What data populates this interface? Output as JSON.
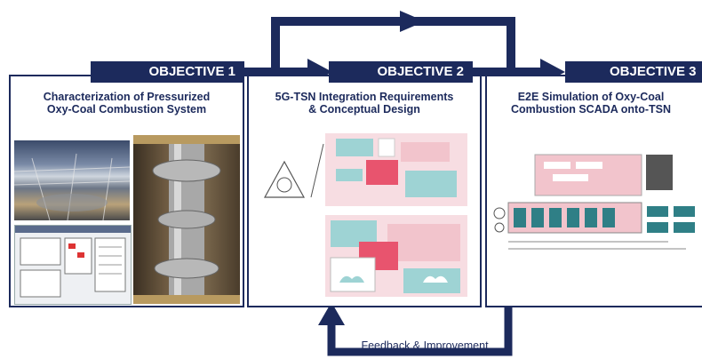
{
  "objectives": [
    {
      "label": "OBJECTIVE 1",
      "title": "Characterization of Pressurized\nOxy-Coal Combustion System"
    },
    {
      "label": "OBJECTIVE 2",
      "title": "5G-TSN Integration Requirements\n& Conceptual Design"
    },
    {
      "label": "OBJECTIVE 3",
      "title": "E2E Simulation of Oxy-Coal\nCombustion SCADA onto-TSN"
    }
  ],
  "feedback_label": "Feedback & Improvement",
  "colors": {
    "navy": "#1c2a5c",
    "pink": "#f2c4cc",
    "teal": "#9ed3d4"
  }
}
